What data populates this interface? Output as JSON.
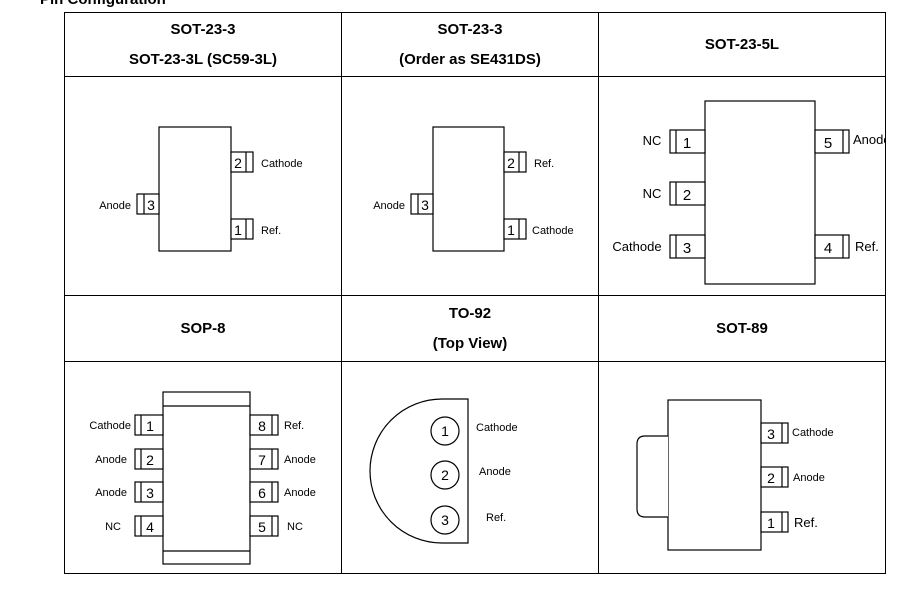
{
  "section_title": "Pin Configuration",
  "packages": [
    {
      "id": "sot23-3",
      "header": [
        "SOT-23-3",
        "SOT-23-3L (SC59-3L)"
      ],
      "pins": [
        {
          "num": "2",
          "label": "Cathode"
        },
        {
          "num": "3",
          "label": "Anode"
        },
        {
          "num": "1",
          "label": "Ref."
        }
      ]
    },
    {
      "id": "sot23-3-se431ds",
      "header": [
        "SOT-23-3",
        "(Order as SE431DS)"
      ],
      "pins": [
        {
          "num": "2",
          "label": "Ref."
        },
        {
          "num": "3",
          "label": "Anode"
        },
        {
          "num": "1",
          "label": "Cathode"
        }
      ]
    },
    {
      "id": "sot23-5l",
      "header": [
        "SOT-23-5L"
      ],
      "pins": [
        {
          "num": "1",
          "label": "NC"
        },
        {
          "num": "2",
          "label": "NC"
        },
        {
          "num": "3",
          "label": "Cathode"
        },
        {
          "num": "5",
          "label": "Anode"
        },
        {
          "num": "4",
          "label": "Ref."
        }
      ]
    },
    {
      "id": "sop8",
      "header": [
        "SOP-8"
      ],
      "pins": [
        {
          "num": "1",
          "label": "Cathode"
        },
        {
          "num": "2",
          "label": "Anode"
        },
        {
          "num": "3",
          "label": "Anode"
        },
        {
          "num": "4",
          "label": "NC"
        },
        {
          "num": "8",
          "label": "Ref."
        },
        {
          "num": "7",
          "label": "Anode"
        },
        {
          "num": "6",
          "label": "Anode"
        },
        {
          "num": "5",
          "label": "NC"
        }
      ]
    },
    {
      "id": "to92",
      "header": [
        "TO-92",
        "(Top View)"
      ],
      "pins": [
        {
          "num": "1",
          "label": "Cathode"
        },
        {
          "num": "2",
          "label": "Anode"
        },
        {
          "num": "3",
          "label": "Ref."
        }
      ]
    },
    {
      "id": "sot89",
      "header": [
        "SOT-89"
      ],
      "pins": [
        {
          "num": "3",
          "label": "Cathode"
        },
        {
          "num": "2",
          "label": "Anode"
        },
        {
          "num": "1",
          "label": "Ref."
        }
      ]
    }
  ]
}
